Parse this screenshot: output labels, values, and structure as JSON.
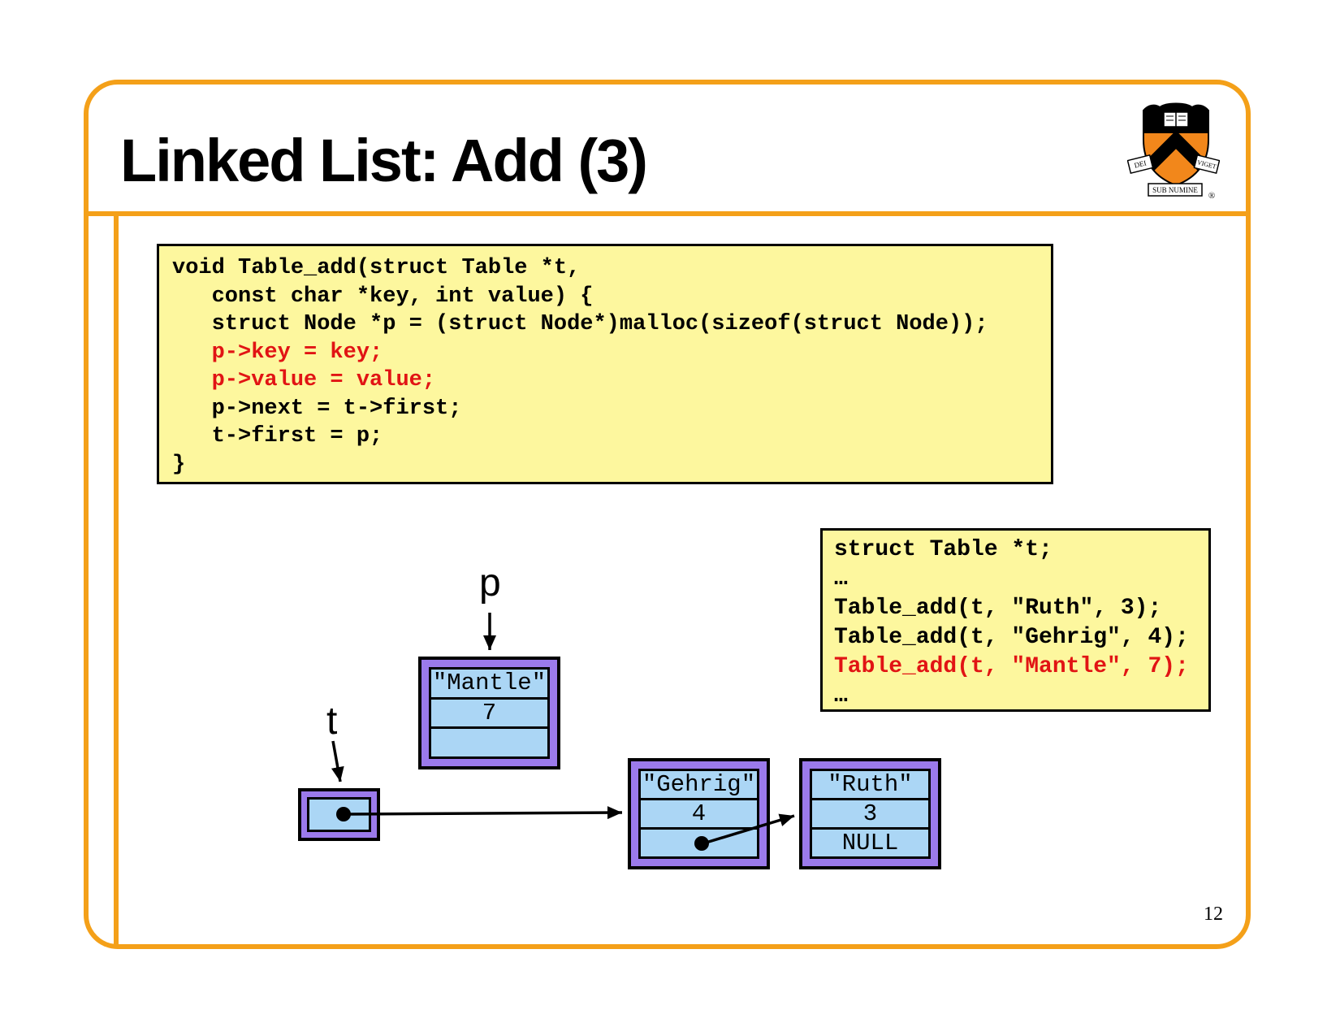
{
  "slide": {
    "title": "Linked List: Add (3)",
    "page_number": "12"
  },
  "logo": {
    "name": "princeton-university-shield",
    "motto_left": "DEI",
    "motto_center": "SUB NUMINE",
    "motto_right": "VIGET",
    "registered_mark": "®"
  },
  "code_box": {
    "lines": [
      {
        "text": "void Table_add(struct Table *t,",
        "highlight": false
      },
      {
        "text": "   const char *key, int value) {",
        "highlight": false
      },
      {
        "text": "   struct Node *p = (struct Node*)malloc(sizeof(struct Node));",
        "highlight": false
      },
      {
        "text": "   p->key = key;",
        "highlight": true
      },
      {
        "text": "   p->value = value;",
        "highlight": true
      },
      {
        "text": "   p->next = t->first;",
        "highlight": false
      },
      {
        "text": "   t->first = p;",
        "highlight": false
      },
      {
        "text": "}",
        "highlight": false
      }
    ]
  },
  "calls_box": {
    "lines": [
      {
        "text": "struct Table *t;",
        "highlight": false
      },
      {
        "text": "…",
        "highlight": false
      },
      {
        "text": "Table_add(t, \"Ruth\", 3);",
        "highlight": false
      },
      {
        "text": "Table_add(t, \"Gehrig\", 4);",
        "highlight": false
      },
      {
        "text": "Table_add(t, \"Mantle\", 7);",
        "highlight": true
      },
      {
        "text": "…",
        "highlight": false
      }
    ]
  },
  "diagram": {
    "pointer_p": {
      "label": "p"
    },
    "pointer_t": {
      "label": "t"
    },
    "nodes": {
      "mantle": {
        "key": "\"Mantle\"",
        "value": "7",
        "next": ""
      },
      "gehrig": {
        "key": "\"Gehrig\"",
        "value": "4",
        "next": ""
      },
      "ruth": {
        "key": "\"Ruth\"",
        "value": "3",
        "next": "NULL"
      }
    }
  },
  "colors": {
    "frame_orange": "#F4A019",
    "box_yellow": "#FDF79E",
    "node_purple": "#9B7AEB",
    "node_blue": "#ABD6F5",
    "highlight_red": "#E11414"
  }
}
